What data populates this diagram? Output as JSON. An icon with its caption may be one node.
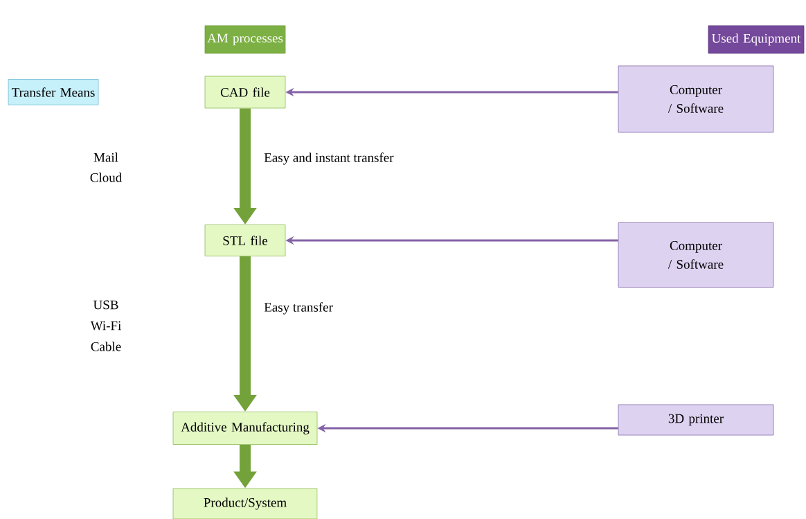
{
  "diagram": {
    "nodes": [
      {
        "text": [
          "AM processes"
        ]
      },
      {
        "text": [
          "Used Equipment"
        ]
      },
      {
        "text": [
          "Transfer Means"
        ]
      },
      {
        "text": [
          "CAD file"
        ]
      },
      {
        "text": [
          "Computer / Software"
        ]
      },
      {
        "text": [
          "STL file"
        ]
      },
      {
        "text": [
          "Computer / Software"
        ]
      },
      {
        "text": [
          "Additive Manufacturing"
        ]
      },
      {
        "text": [
          "3D printer"
        ]
      },
      {
        "text": [
          "Product/System"
        ]
      }
    ],
    "edges": [
      {
        "from": 4,
        "to": 3,
        "arrow": "to",
        "color": "#8462a6"
      },
      {
        "from": 3,
        "to": 5,
        "arrow": "to",
        "label": "Easy and instant transfer",
        "style": "thick",
        "color": "#74a23a"
      },
      {
        "from": 6,
        "to": 5,
        "arrow": "to",
        "color": "#8462a6"
      },
      {
        "from": 5,
        "to": 7,
        "arrow": "to",
        "label": "Easy transfer",
        "style": "thick",
        "color": "#74a23a"
      },
      {
        "from": 8,
        "to": 7,
        "arrow": "to",
        "color": "#8462a6"
      },
      {
        "from": 7,
        "to": 9,
        "arrow": "to",
        "style": "thick",
        "color": "#74a23a"
      }
    ],
    "labels": [
      "Mail",
      "Cloud",
      "USB",
      "Wi-Fi",
      "Cable"
    ]
  }
}
